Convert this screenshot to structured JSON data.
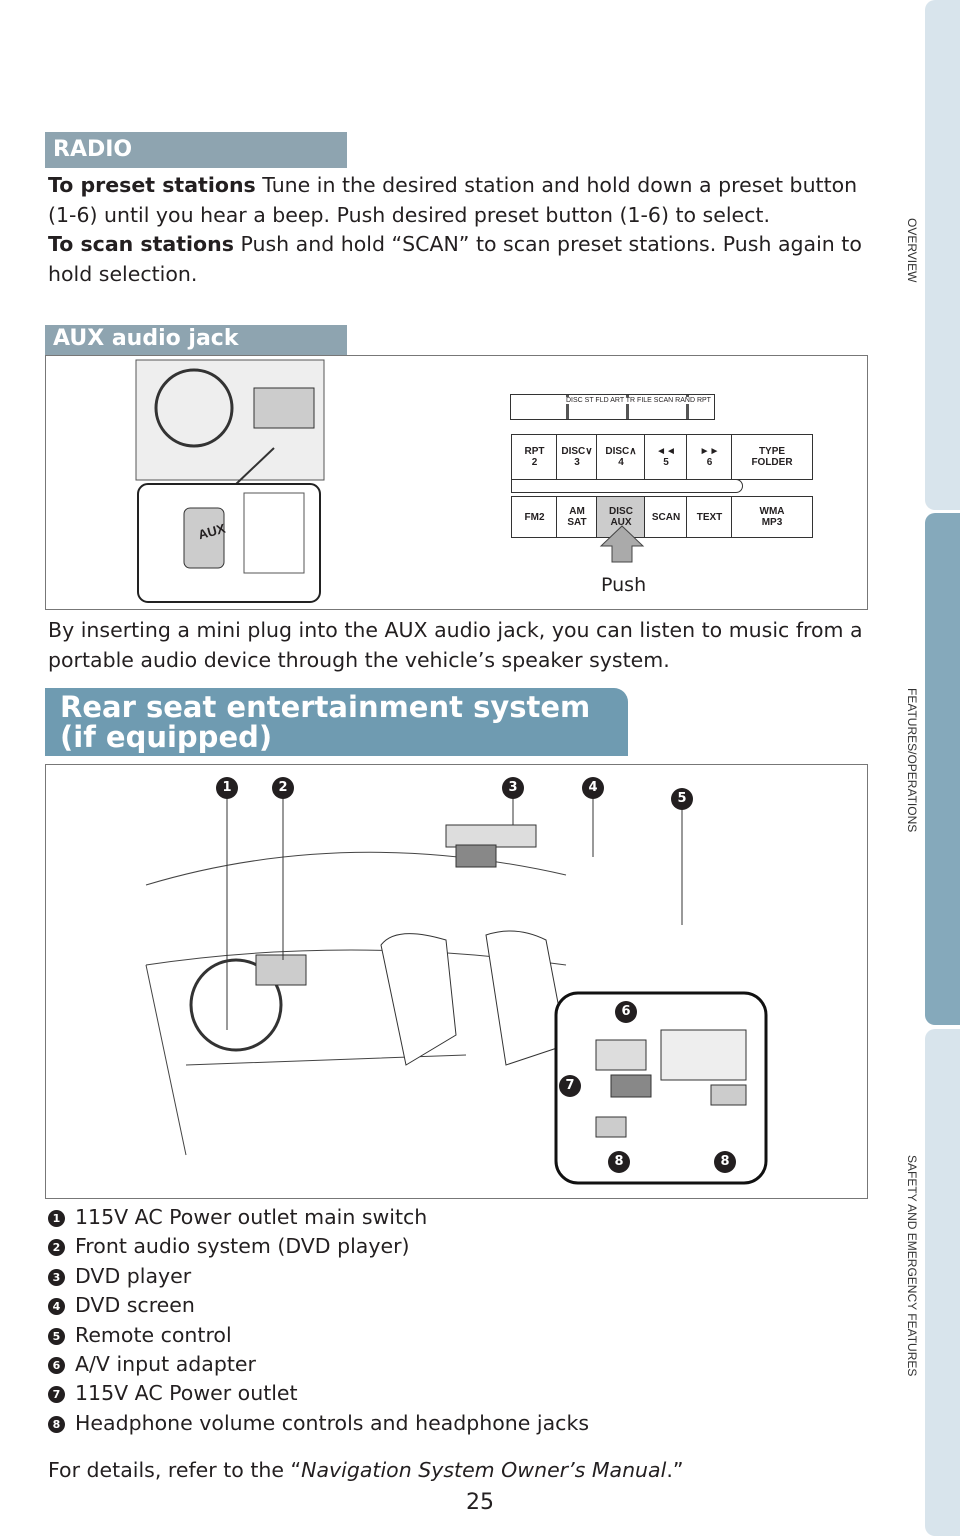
{
  "side_tabs": [
    "OVERVIEW",
    "FEATURES/OPERATIONS",
    "SAFETY AND EMERGENCY FEATURES"
  ],
  "radio": {
    "header": "RADIO",
    "preset_bold": "To preset stations",
    "preset_text": " Tune in the desired station and hold down a preset button (1-6) until you hear a beep. Push desired preset button (1-6) to select.",
    "scan_bold": "To scan stations",
    "scan_text": " Push and hold “SCAN” to scan preset stations. Push again to hold selection."
  },
  "aux": {
    "header": "AUX audio jack",
    "jack_label": "AUX",
    "push_label": "Push",
    "display_indicators": "DISC ST FLD ART TR FILE SCAN RAND RPT",
    "buttons_top": [
      [
        "RPT",
        "2"
      ],
      [
        "DISC∨",
        "3"
      ],
      [
        "DISC∧",
        "4"
      ],
      [
        "◄◄",
        "5"
      ],
      [
        "►►",
        "6"
      ]
    ],
    "type_folder": [
      "TYPE",
      "FOLDER"
    ],
    "buttons_bottom": [
      [
        "FM2",
        ""
      ],
      [
        "AM",
        "SAT"
      ],
      [
        "DISC",
        "AUX"
      ],
      [
        "SCAN",
        ""
      ],
      [
        "TEXT",
        ""
      ]
    ],
    "wma_mp3": [
      "WMA",
      "MP3"
    ],
    "description": "By inserting a mini plug into the AUX audio jack, you can listen to music from a portable audio device through the vehicle’s speaker system."
  },
  "rear": {
    "header_line1": "Rear seat entertainment system",
    "header_line2": "(if equipped)",
    "items": [
      {
        "n": "1",
        "text": "115V AC Power outlet main switch"
      },
      {
        "n": "2",
        "text": "Front audio system (DVD player)"
      },
      {
        "n": "3",
        "text": "DVD player"
      },
      {
        "n": "4",
        "text": "DVD screen"
      },
      {
        "n": "5",
        "text": "Remote control"
      },
      {
        "n": "6",
        "text": "A/V input adapter"
      },
      {
        "n": "7",
        "text": "115V AC Power outlet"
      },
      {
        "n": "8",
        "text": "Headphone volume controls and headphone jacks"
      }
    ]
  },
  "footer": {
    "prefix": "For details, refer to the “",
    "italic": "Navigation System Owner’s Manual",
    "suffix": ".”",
    "page_number": "25"
  }
}
